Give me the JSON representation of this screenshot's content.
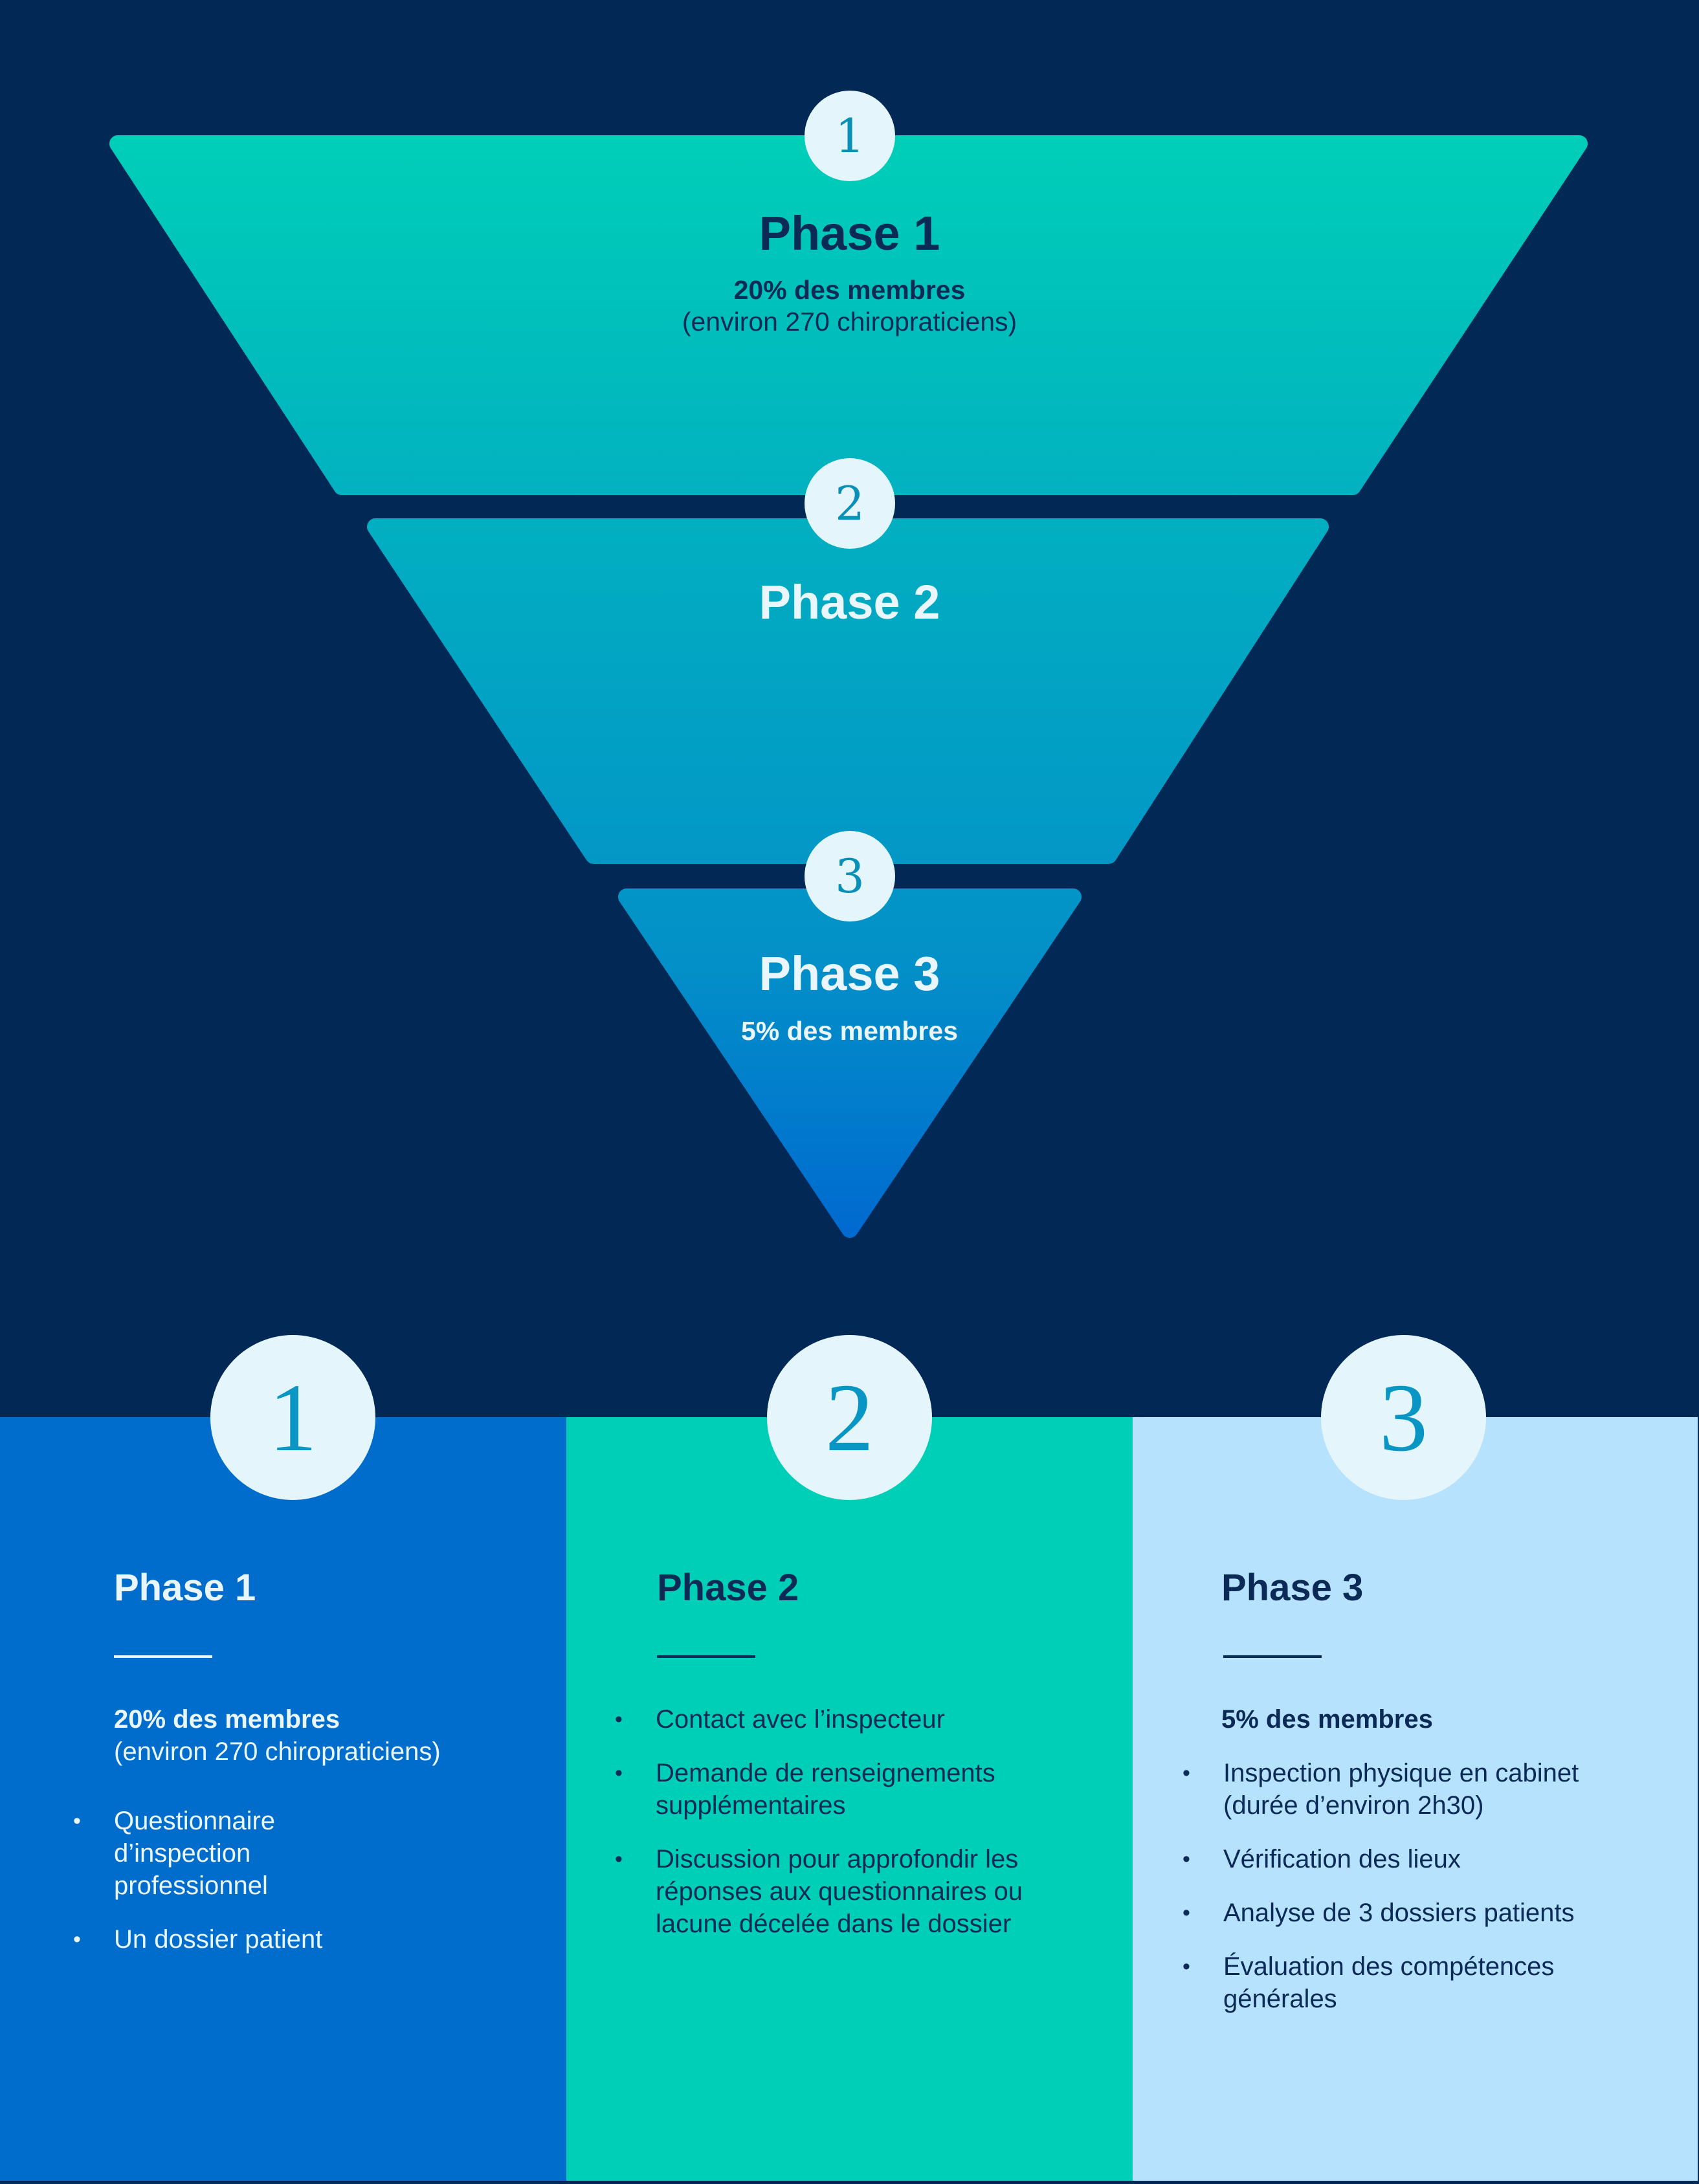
{
  "funnel": {
    "stages": [
      {
        "badge": "1",
        "title": "Phase 1",
        "line1": "20% des membres",
        "line2": "(environ 270 chiropraticiens)"
      },
      {
        "badge": "2",
        "title": "Phase 2"
      },
      {
        "badge": "3",
        "title": "Phase 3",
        "line1": "5% des membres"
      }
    ]
  },
  "columns": [
    {
      "badge": "1",
      "title": "Phase 1",
      "sub_bold": "20% des membres",
      "sub_light": "(environ 270 chiropraticiens)",
      "items": [
        "Questionnaire d’inspection professionnel",
        "Un dossier patient"
      ]
    },
    {
      "badge": "2",
      "title": "Phase 2",
      "items": [
        "Contact avec l’inspecteur",
        "Demande de renseignements supplémentaires",
        "Discussion pour approfondir les réponses aux questionnaires ou lacune décelée dans le dossier"
      ]
    },
    {
      "badge": "3",
      "title": "Phase 3",
      "sub_bold": "5% des membres",
      "items": [
        "Inspection physique en cabinet (durée d’environ 2h30)",
        "Vérification des lieux",
        "Analyse de 3 dossiers patients",
        "Évaluation des compétences générales"
      ]
    }
  ],
  "colors": {
    "background": "#022855",
    "funnel_top": "#00cfb8",
    "funnel_bottom": "#0070d0",
    "column_1": "#006ccb",
    "column_2": "#00cfb8",
    "column_3": "#b6e2fe",
    "badge": "#e4f6fc"
  }
}
